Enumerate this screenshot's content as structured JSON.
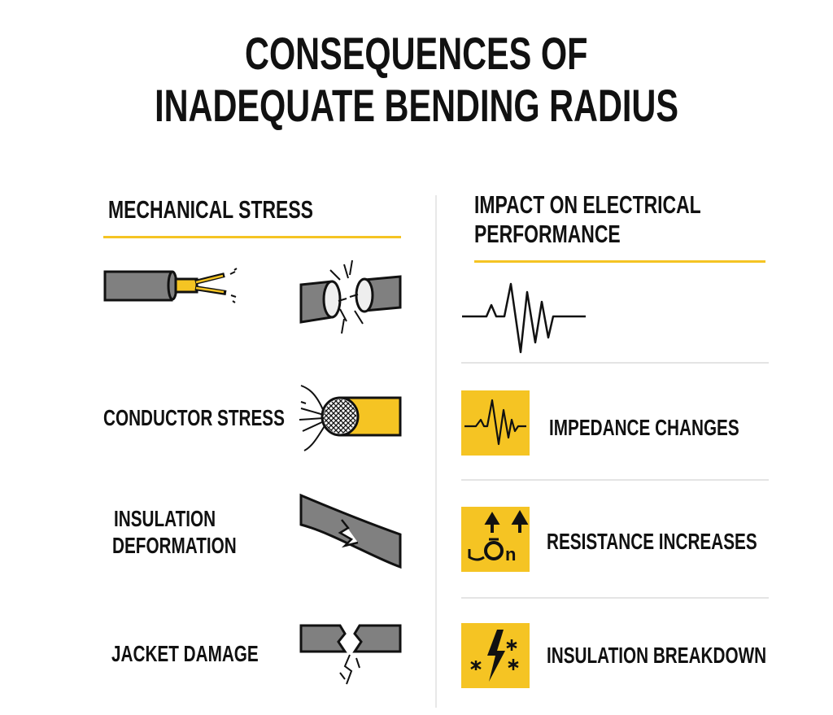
{
  "title": {
    "line1": "CONSEQUENCES OF",
    "line2": "INADEQUATE BENDING RADIUS"
  },
  "left": {
    "heading": "MECHANICAL STRESS",
    "items": [
      {
        "label": ""
      },
      {
        "label": "CONDUCTOR STRESS"
      },
      {
        "label_line1": "INSULATION",
        "label_line2": "DEFORMATION"
      },
      {
        "label": "JACKET DAMAGE"
      }
    ]
  },
  "right": {
    "heading_line1": "IMPACT ON ELECTRICAL",
    "heading_line2": "PERFORMANCE",
    "items": [
      {
        "label": "IMPEDANCE CHANGES",
        "icon": "waveform-icon"
      },
      {
        "label": "RESISTANCE INCREASES",
        "icon": "resistance-up-icon"
      },
      {
        "label": "INSULATION BREAKDOWN",
        "icon": "lightning-spark-icon"
      }
    ]
  },
  "colors": {
    "accent": "#F5C423",
    "cable_gray": "#808080",
    "divider": "#e4e4e4"
  }
}
